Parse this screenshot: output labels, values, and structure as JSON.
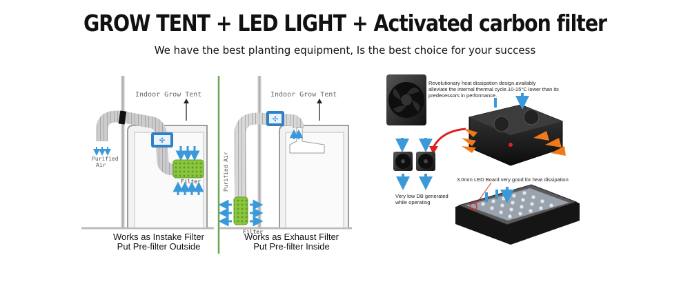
{
  "header": {
    "title": "GROW TENT + LED LIGHT + Activated carbon filter",
    "subtitle": "We have the best planting equipment, Is the best choice for your success"
  },
  "diagram_left": {
    "tent_label": "Indoor Grow Tent",
    "air_label_line1": "Purified",
    "air_label_line2": "Air",
    "filter_label": "Filter",
    "caption_line1": "Works as Instake Filter",
    "caption_line2": "Put Pre-filter Outside"
  },
  "diagram_right": {
    "tent_label": "Indoor Grow Tent",
    "air_label": "Purified Air",
    "filter_label": "Filter",
    "caption_line1": "Works as Exhaust Filter",
    "caption_line2": "Put Pre-filter Inside"
  },
  "led_panel": {
    "heat_note_line1": "Revolutionary heat dissipation design,availably",
    "heat_note_line2": "alleviate the internal thermal cycle.10-15°C lower than its",
    "heat_note_line3": "predecessors in performance.",
    "fan_note_line1": "Very low DB generated",
    "fan_note_line2": "while operating",
    "board_note": "3.0mm LED Board very good for heat dissipation"
  },
  "colors": {
    "airflow_blue": "#3a9ad9",
    "filter_green": "#7dc242",
    "heat_orange": "#f07a1a",
    "divider_green": "#6aa84f",
    "red_arrow": "#e02020"
  }
}
